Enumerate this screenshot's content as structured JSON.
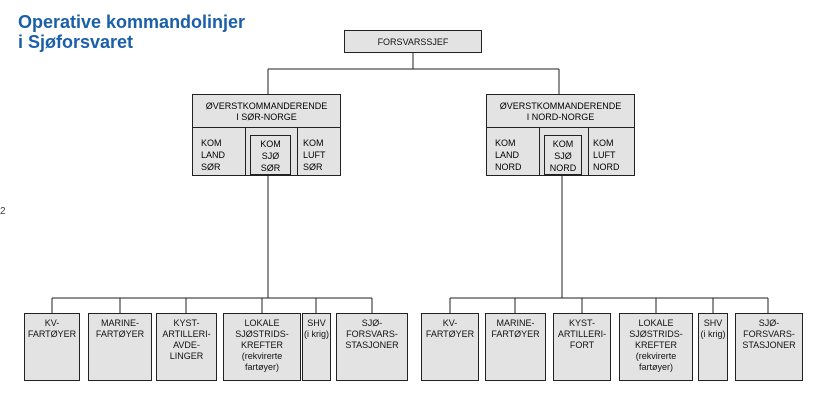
{
  "title": {
    "line1": "Operative kommandolinjer",
    "line2": "i Sjøforsvaret"
  },
  "colors": {
    "title": "#1a5fa8",
    "box_fill": "#e3e3e3",
    "line": "#222222"
  },
  "top": {
    "label": "FORSVARSSJEF"
  },
  "margin_mark": "2",
  "south": {
    "hq": "ØVERSTKOMMANDERENDE\nI SØR-NORGE",
    "commands": [
      "KOM\nLAND\nSØR",
      "KOM\nSJØ\nSØR",
      "KOM\nLUFT\nSØR"
    ],
    "units": [
      "KV-\nFARTØYER",
      "MARINE-\nFARTØYER",
      "KYST-\nARTILLERI-\nAVDE-\nLINGER",
      "LOKALE\nSJØSTRIDS-\nKREFTER\n(rekvirerte\nfartøyer)",
      "SHV\n(i krig)",
      "SJØ-\nFORSVARS-\nSTASJONER"
    ]
  },
  "north": {
    "hq": "ØVERSTKOMMANDERENDE\nI NORD-NORGE",
    "commands": [
      "KOM\nLAND\nNORD",
      "KOM\nSJØ\nNORD",
      "KOM\nLUFT\nNORD"
    ],
    "units": [
      "KV-\nFARTØYER",
      "MARINE-\nFARTØYER",
      "KYST-\nARTILLERI-\nFORT",
      "LOKALE\nSJØSTRIDS-\nKREFTER\n(rekvirerte\nfartøyer)",
      "SHV\n(i krig)",
      "SJØ-\nFORSVARS-\nSTASJONER"
    ]
  }
}
